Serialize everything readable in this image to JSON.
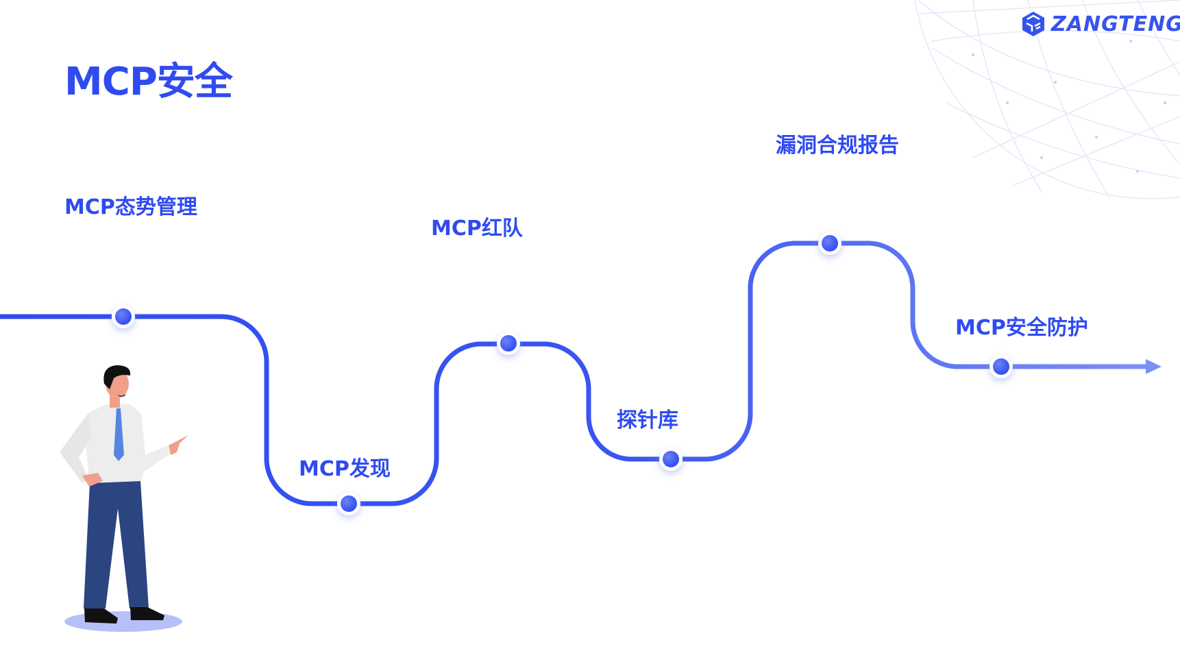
{
  "title": "MCP安全",
  "logo": {
    "text": "ZANGTENG"
  },
  "colors": {
    "accent": "#2f4bf0",
    "accent_light": "#7b8ff5",
    "pants": "#2b4580",
    "tie": "#5585e0",
    "shadow": "#b6bff7"
  },
  "steps": [
    {
      "label": "MCP态势管理"
    },
    {
      "label": "MCP发现"
    },
    {
      "label": "MCP红队"
    },
    {
      "label": "探针库"
    },
    {
      "label": "漏洞合规报告"
    },
    {
      "label": "MCP安全防护"
    }
  ]
}
